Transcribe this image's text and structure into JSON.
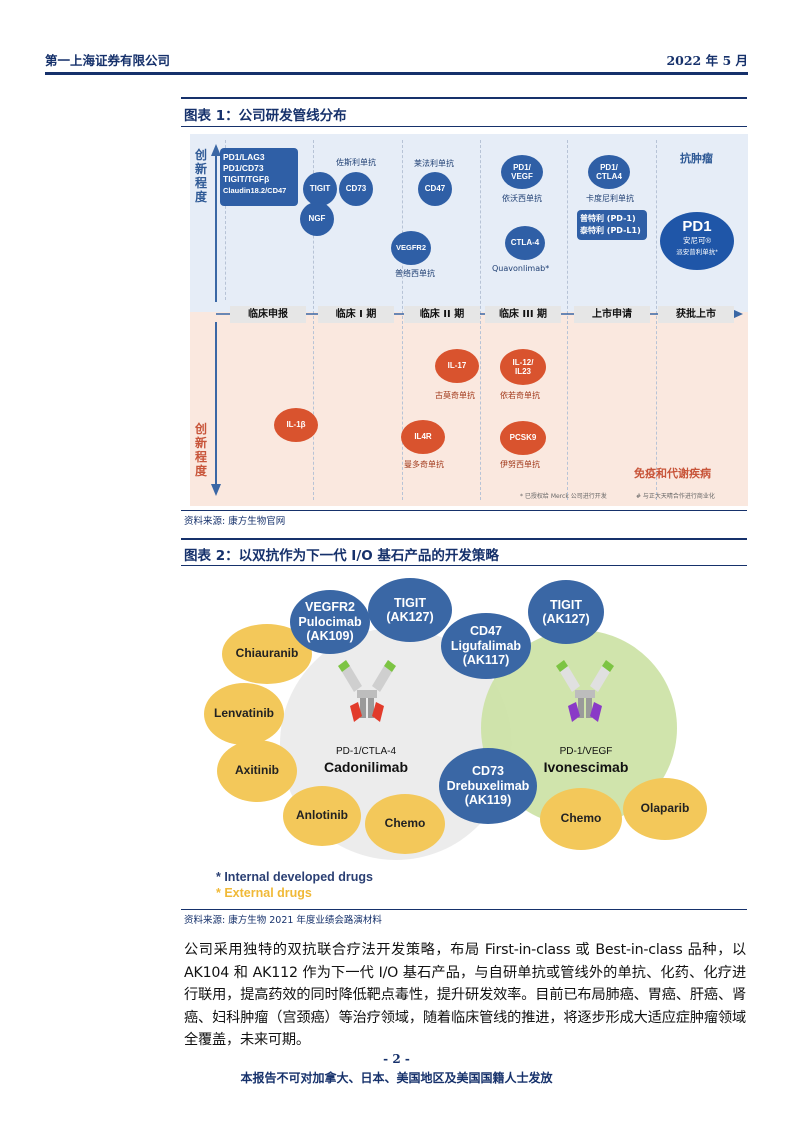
{
  "header": {
    "company": "第一上海证券有限公司",
    "date": "2022 年 5 月"
  },
  "figure1": {
    "title": "图表 1：公司研发管线分布",
    "source": "资料来源: 康方生物官网",
    "y_axis_top": "创新程度",
    "y_axis_bottom": "创新程度",
    "stages": [
      "临床申报",
      "临床 I 期",
      "临床 II 期",
      "临床 III 期",
      "上市申请",
      "获批上市"
    ],
    "top_region_label": "抗肿瘤",
    "bottom_region_label": "免疫和代谢疾病",
    "preclinical_box": [
      "PD1/LAG3",
      "PD1/CD73",
      "TIGIT/TGFβ",
      "Claudin18.2/CD47"
    ],
    "phase1_drug": "佐斯利单抗",
    "phase1_bubbles": [
      "TIGIT",
      "CD73",
      "NGF"
    ],
    "phase2_drug_top": "莱法利单抗",
    "phase2_bubble_top": "CD47",
    "phase2_bubble_vegfr": "VEGFR2",
    "phase2_drug_vegfr": "普络西单抗",
    "phase3_bubble1": "PD1/ VEGF",
    "phase3_drug1": "依沃西单抗",
    "phase3_bubble2": "CTLA-4",
    "phase3_drug2": "Quavonlimab*",
    "nda_bubble": "PD1/ CTLA4",
    "nda_drug": "卡度尼利单抗",
    "nda_box": [
      "普特利 (PD-1)",
      "泰特利 (PD-L1)"
    ],
    "approved_pd1": "PD1",
    "approved_brand": "安尼可®",
    "approved_drug": "派安普利单抗*",
    "imm_il17": "IL-17",
    "imm_il17_drug": "古莫奇单抗",
    "imm_il1223": "IL-12/ IL23",
    "imm_il1223_drug": "依若奇单抗",
    "imm_il1b": "IL-1β",
    "imm_il4r": "IL4R",
    "imm_il4r_drug": "曼多奇单抗",
    "imm_pcsk9": "PCSK9",
    "imm_pcsk9_drug": "伊努西单抗",
    "footnote1": "* 已授权给 Merck 公司进行开发",
    "footnote2": "# 与正大天晴合作进行商业化"
  },
  "figure2": {
    "title": "图表 2：以双抗作为下一代 I/O 基石产品的开发策略",
    "source": "资料来源: 康方生物 2021 年度业绩会路演材料",
    "left_center_target": "PD-1/CTLA-4",
    "left_center_name": "Cadonilimab",
    "right_center_target": "PD-1/VEGF",
    "right_center_name": "Ivonescimab",
    "internal": [
      "VEGFR2 Pulocimab (AK109)",
      "TIGIT (AK127)",
      "CD47 Ligufalimab (AK117)",
      "TIGIT (AK127)",
      "CD73 Drebuxelimab (AK119)"
    ],
    "external": [
      "Chiauranib",
      "Lenvatinib",
      "Axitinib",
      "Anlotinib",
      "Chemo",
      "Chemo",
      "Olaparib"
    ],
    "legend_internal": "* Internal developed drugs",
    "legend_external": "* External drugs",
    "colors": {
      "internal": "#3a67a5",
      "external": "#f3c85a",
      "navy": "#16316b"
    }
  },
  "paragraph": "公司采用独特的双抗联合疗法开发策略，布局 First-in-class 或 Best-in-class 品种，以 AK104 和 AK112 作为下一代 I/O 基石产品，与自研单抗或管线外的单抗、化药、化疗进行联用，提高药效的同时降低靶点毒性，提升研发效率。目前已布局肺癌、胃癌、肝癌、肾癌、妇科肿瘤（宫颈癌）等治疗领域，随着临床管线的推进，将逐步形成大适应症肿瘤领域全覆盖，未来可期。",
  "page_number": "- 2 -",
  "footer": "本报告不可对加拿大、日本、美国地区及美国国籍人士发放"
}
